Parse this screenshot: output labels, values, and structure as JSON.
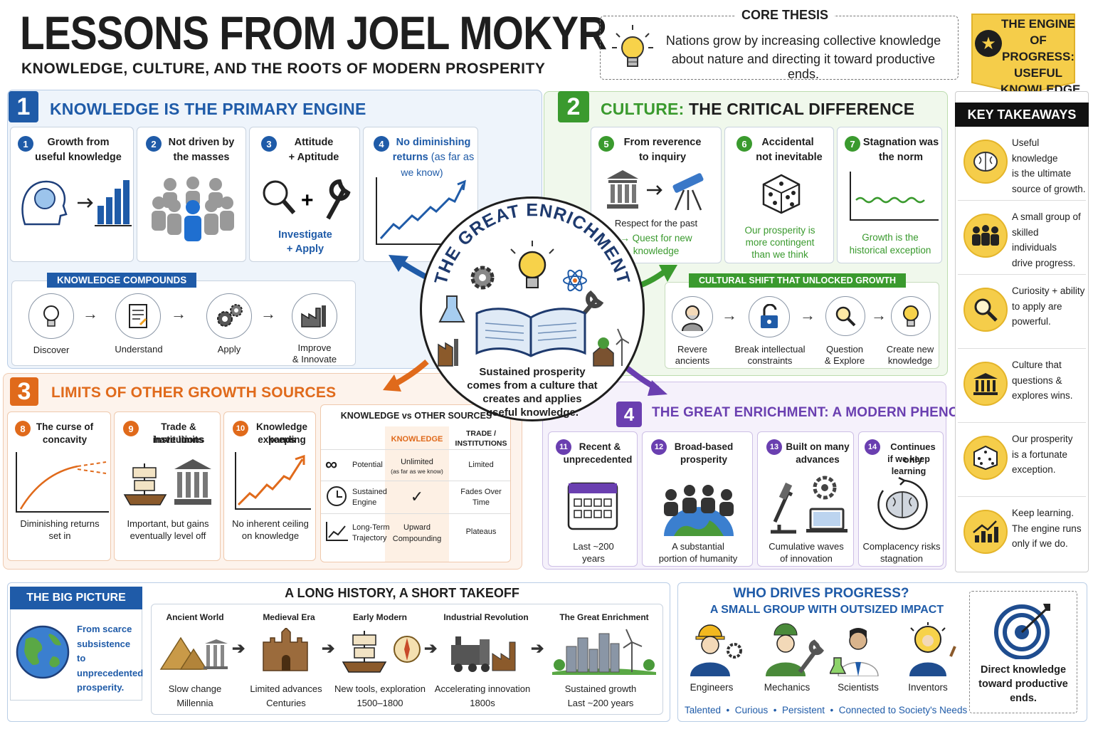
{
  "header": {
    "title": "LESSONS FROM JOEL MOKYR",
    "subtitle": "KNOWLEDGE, CULTURE, AND THE ROOTS OF MODERN PROSPERITY"
  },
  "core": {
    "label": "CORE THESIS",
    "line1": "Nations grow by increasing collective knowledge",
    "line2": "about nature and directing it toward productive ends."
  },
  "badge": {
    "l1": "THE ENGINE",
    "l2": "OF PROGRESS:",
    "l3": "USEFUL",
    "l4": "KNOWLEDGE"
  },
  "s1": {
    "num": "1",
    "title": "KNOWLEDGE IS THE PRIMARY ENGINE",
    "cards": [
      {
        "n": "1",
        "t1": "Growth from",
        "t2": "useful knowledge"
      },
      {
        "n": "2",
        "t1": "Not driven by",
        "t2": "the masses"
      },
      {
        "n": "3",
        "t1": "Attitude",
        "t2": "+ Aptitude",
        "s1": "Investigate",
        "s2": "+ Apply"
      },
      {
        "n": "4",
        "t1": "No diminishing",
        "t2": "returns",
        "t2b": " (as far as",
        "t3": "we know)"
      }
    ],
    "compound": {
      "label": "KNOWLEDGE COMPOUNDS",
      "steps": [
        "Discover",
        "Understand",
        "Apply",
        "Improve",
        "& Innovate"
      ]
    }
  },
  "s2": {
    "num": "2",
    "title1": "CULTURE:",
    "title2": " THE CRITICAL DIFFERENCE",
    "cards": [
      {
        "n": "5",
        "t1": "From reverence",
        "t2": "to inquiry",
        "s1": "Respect for the past",
        "s2": "→ Quest for new",
        "s3": "knowledge"
      },
      {
        "n": "6",
        "t1": "Accidental",
        "t2": "not inevitable",
        "s1": "Our prosperity is",
        "s2": "more contingent",
        "s3": "than we think"
      },
      {
        "n": "7",
        "t1": "Stagnation was",
        "t2": "the norm",
        "s1": "Growth is the",
        "s2": "historical exception"
      }
    ],
    "shift": {
      "label": "CULTURAL SHIFT THAT UNLOCKED GROWTH",
      "steps": [
        [
          "Revere",
          "ancients"
        ],
        [
          "Break intellectual",
          "constraints"
        ],
        [
          "Question",
          "& Explore"
        ],
        [
          "Create new",
          "knowledge"
        ]
      ]
    }
  },
  "center": {
    "arc": "THE GREAT ENRICHMENT",
    "l1": "Sustained prosperity",
    "l2": "comes from a culture that",
    "l3": "creates and applies",
    "l4": "useful knowledge."
  },
  "s3": {
    "num": "3",
    "title": "LIMITS OF OTHER GROWTH SOURCES",
    "cards": [
      {
        "n": "8",
        "t1": "The curse of",
        "t2": "concavity",
        "s1": "Diminishing returns",
        "s2": "set in"
      },
      {
        "n": "9",
        "t1": "Trade & institutions",
        "t2": "have limits",
        "s1": "Important, but gains",
        "s2": "eventually level off"
      },
      {
        "n": "10",
        "t1": "Knowledge keeps",
        "t2": "expanding",
        "s1": "No inherent ceiling",
        "s2": "on knowledge"
      }
    ],
    "table": {
      "title": "KNOWLEDGE vs OTHER SOURCES",
      "h1": "KNOWLEDGE",
      "h2a": "TRADE /",
      "h2b": "INSTITUTIONS",
      "rows": [
        {
          "label": "Potential",
          "k": "Unlimited",
          "k2": "(as far as we know)",
          "t": "Limited"
        },
        {
          "label": "Sustained",
          "label2": "Engine",
          "k": "✓",
          "t": "Fades Over",
          "t2": "Time"
        },
        {
          "label": "Long-Term",
          "label2": "Trajectory",
          "k": "Upward",
          "k2": "Compounding",
          "t": "Plateaus"
        }
      ]
    }
  },
  "s4": {
    "num": "4",
    "title": "THE GREAT ENRICHMENT: A MODERN PHENOMENON",
    "cards": [
      {
        "n": "11",
        "t1": "Recent &",
        "t2": "unprecedented",
        "s1": "Last ~200",
        "s2": "years"
      },
      {
        "n": "12",
        "t1": "Broad-based",
        "t2": "prosperity",
        "s1": "A substantial",
        "s2": "portion of humanity"
      },
      {
        "n": "13",
        "t1": "Built on many",
        "t2": "advances",
        "s1": "Cumulative waves",
        "s2": "of innovation"
      },
      {
        "n": "14",
        "t1": "Continues only",
        "t2": "if we keep learning",
        "s1": "Complacency risks",
        "s2": "stagnation"
      }
    ]
  },
  "takeaways": {
    "title": "KEY TAKEAWAYS",
    "items": [
      [
        "Useful knowledge",
        "is the ultimate",
        "source of growth."
      ],
      [
        "A small group of",
        "skilled individuals",
        "drive progress."
      ],
      [
        "Curiosity + ability",
        "to apply are",
        "powerful."
      ],
      [
        "Culture that",
        "questions &",
        "explores wins."
      ],
      [
        "Our prosperity",
        "is a fortunate",
        "exception."
      ],
      [
        "Keep learning.",
        "The engine runs",
        "only if we do."
      ]
    ]
  },
  "big": {
    "label": "THE BIG PICTURE",
    "l1": "From scarce",
    "l2": "subsistence",
    "l3": "to unprecedented",
    "l4": "prosperity."
  },
  "history": {
    "title": "A LONG HISTORY, A SHORT TAKEOFF",
    "eras": [
      {
        "name": "Ancient World",
        "d1": "Slow change",
        "d2": "Millennia"
      },
      {
        "name": "Medieval Era",
        "d1": "Limited advances",
        "d2": "Centuries"
      },
      {
        "name": "Early Modern",
        "d1": "New tools, exploration",
        "d2": "1500–1800"
      },
      {
        "name": "Industrial Revolution",
        "d1": "Accelerating innovation",
        "d2": "1800s"
      },
      {
        "name": "The Great Enrichment",
        "d1": "Sustained growth",
        "d2": "Last ~200 years"
      }
    ]
  },
  "drivers": {
    "title": "WHO DRIVES PROGRESS?",
    "subtitle": "A SMALL GROUP WITH OUTSIZED IMPACT",
    "people": [
      "Engineers",
      "Mechanics",
      "Scientists",
      "Inventors"
    ],
    "traits": "Talented  •  Curious  •  Persistent  •  Connected to Society's Needs",
    "target": {
      "l1": "Direct knowledge",
      "l2": "toward productive",
      "l3": "ends."
    }
  },
  "colors": {
    "blue": "#1f5ba8",
    "green": "#3a9a2e",
    "orange": "#e06a1b",
    "purple": "#6a3fb0",
    "gold": "#f5cd4a"
  }
}
